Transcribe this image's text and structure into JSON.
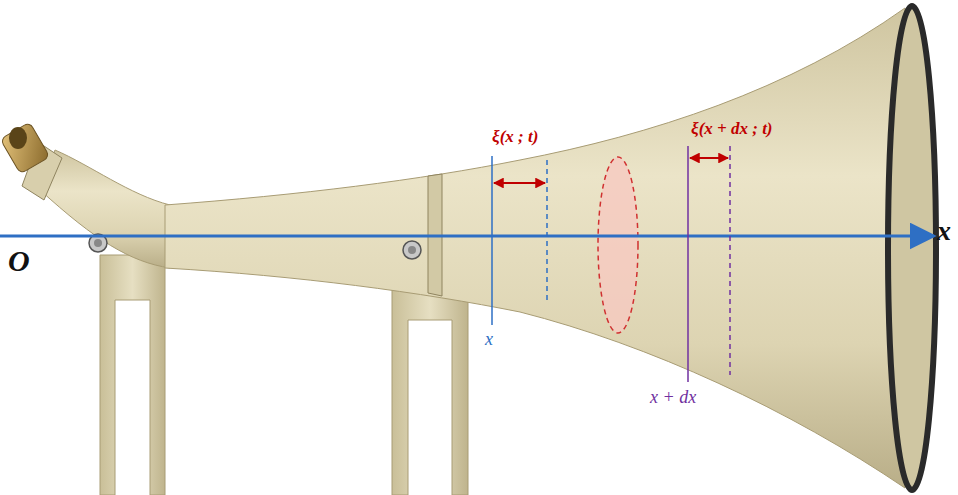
{
  "diagram": {
    "labels": [
      "O",
      "x",
      "ξ(x ; t)",
      "ξ(x + dx ; t)",
      "x",
      "x + dx"
    ]
  }
}
